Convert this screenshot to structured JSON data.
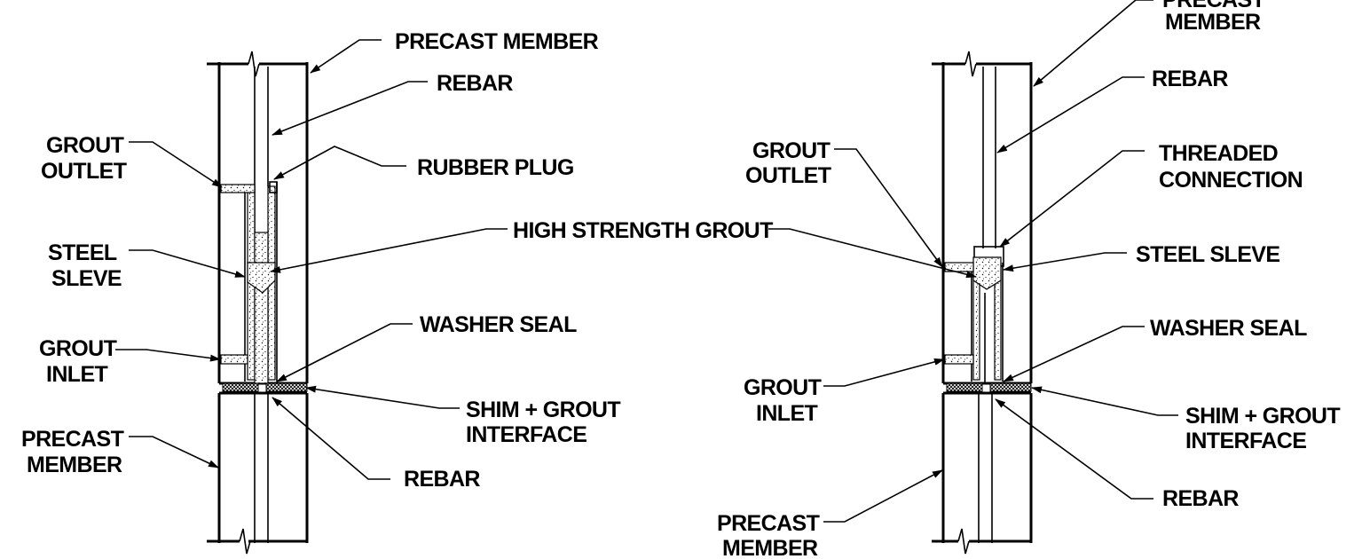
{
  "colors": {
    "ink": "#000000",
    "paper": "#ffffff"
  },
  "left_detail": {
    "precast_member_top": "PRECAST MEMBER",
    "rebar_top": "REBAR",
    "grout_outlet": [
      "GROUT",
      "OUTLET"
    ],
    "rubber_plug": "RUBBER PLUG",
    "steel_sleeve": [
      "STEEL",
      "SLEVE"
    ],
    "washer_seal": "WASHER SEAL",
    "grout_inlet": [
      "GROUT",
      "INLET"
    ],
    "shim_grout_interface": [
      "SHIM + GROUT",
      "INTERFACE"
    ],
    "precast_member_bottom": [
      "PRECAST",
      "MEMBER"
    ],
    "rebar_bottom": "REBAR"
  },
  "shared": {
    "high_strength_grout": "HIGH STRENGTH GROUT"
  },
  "right_detail": {
    "precast_member_top": [
      "PRECAST",
      "MEMBER"
    ],
    "rebar_top": "REBAR",
    "grout_outlet": [
      "GROUT",
      "OUTLET"
    ],
    "threaded_connection": [
      "THREADED",
      "CONNECTION"
    ],
    "steel_sleeve": "STEEL SLEVE",
    "washer_seal": "WASHER SEAL",
    "grout_inlet": [
      "GROUT",
      "INLET"
    ],
    "shim_grout_interface": [
      "SHIM + GROUT",
      "INTERFACE"
    ],
    "precast_member_bottom": [
      "PRECAST",
      "MEMBER"
    ],
    "rebar_bottom": "REBAR"
  }
}
